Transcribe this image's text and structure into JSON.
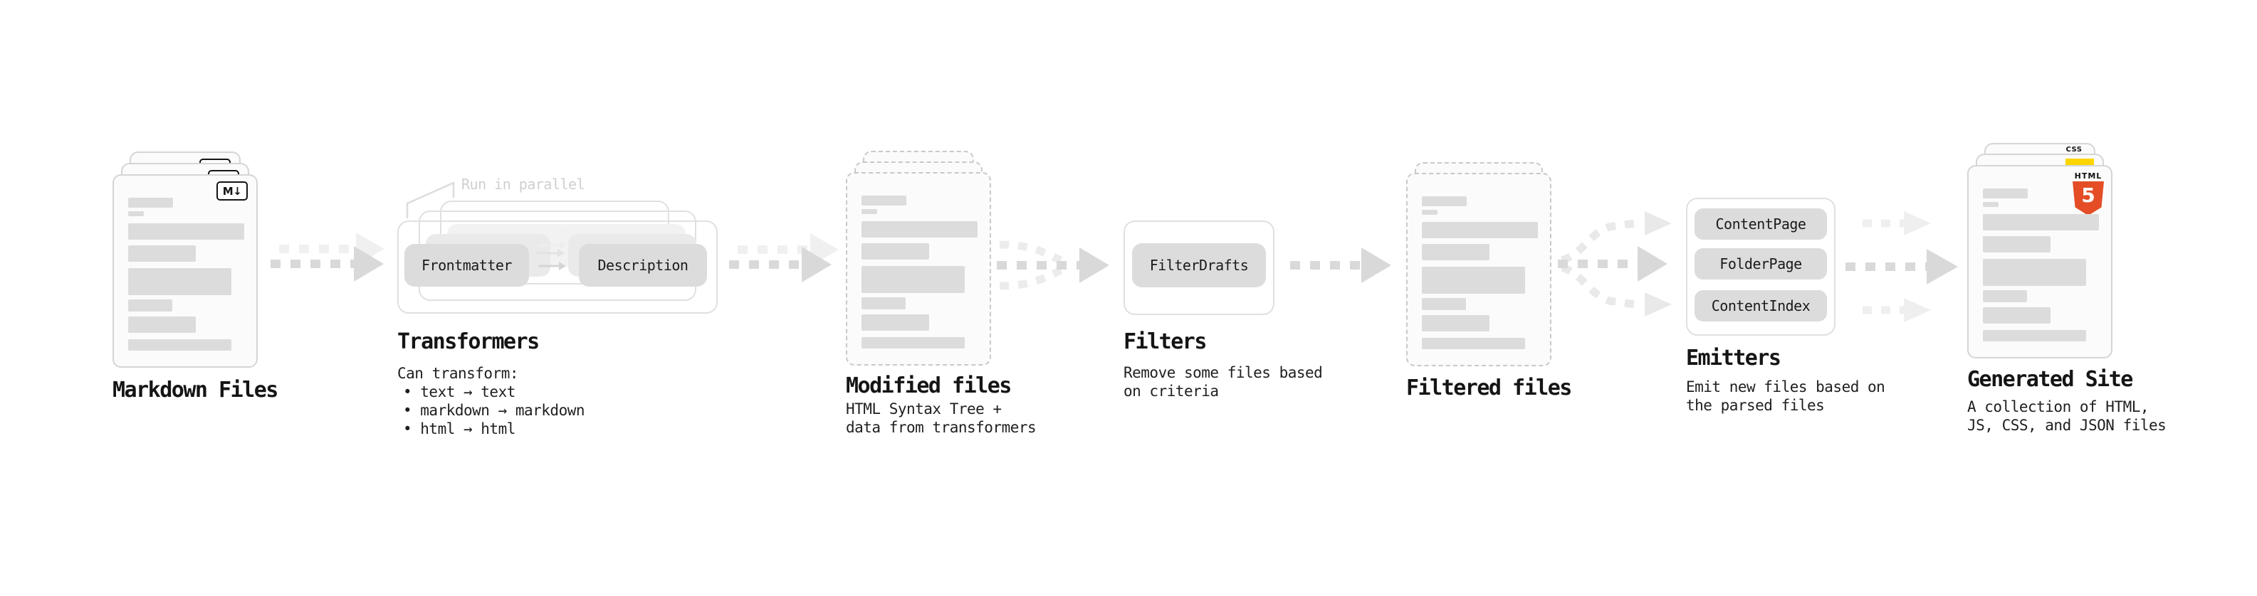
{
  "colors": {
    "html5_orange": "#e44d26",
    "js_yellow": "#ffd500",
    "css_blue": "#2760e5",
    "arrow_gray": "#d9d9d9"
  },
  "stages": {
    "markdown": {
      "label": "Markdown Files",
      "badge": "M↓"
    },
    "transformers": {
      "label": "Transformers",
      "note": "Run in parallel",
      "pill_frontmatter": "Frontmatter",
      "pill_description": "Description",
      "caption": "Can transform:",
      "bullets": [
        "• text → text",
        "• markdown → markdown",
        "• html → html"
      ]
    },
    "modified": {
      "label": "Modified files",
      "caption_lines": [
        "HTML Syntax Tree +",
        "data from transformers"
      ]
    },
    "filters": {
      "label": "Filters",
      "pill": "FilterDrafts",
      "caption_lines": [
        "Remove some files based",
        "on criteria"
      ]
    },
    "filtered": {
      "label": "Filtered files"
    },
    "emitters": {
      "label": "Emitters",
      "pills": [
        "ContentPage",
        "FolderPage",
        "ContentIndex"
      ],
      "caption_lines": [
        "Emit new files based on",
        "the parsed files"
      ]
    },
    "generated": {
      "label": "Generated Site",
      "caption_lines": [
        "A collection of HTML,",
        "JS, CSS, and JSON files"
      ],
      "badge_css": "CSS",
      "badge_html": "HTML",
      "badge_html_number": "5"
    }
  }
}
